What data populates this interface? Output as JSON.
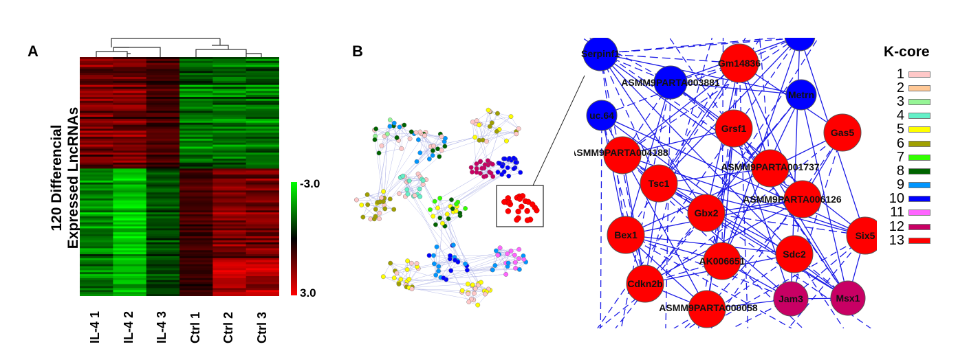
{
  "panel_a": {
    "letter": "A",
    "y_axis_label_line1": "120 Differencial",
    "y_axis_label_line2": "Expressed LncRNAs",
    "columns": [
      "IL-4 1",
      "IL-4 2",
      "IL-4 3",
      "Ctrl 1",
      "Ctrl 2",
      "Ctrl 3"
    ],
    "row_count": 120,
    "colorbar": {
      "top_label": "-3.0",
      "bottom_label": "3.0",
      "low_color": "#00ff00",
      "mid_color": "#000000",
      "high_color": "#ff0000"
    }
  },
  "panel_b": {
    "letter": "B",
    "nodes": [
      {
        "label": "",
        "core": 10
      },
      {
        "label": "Serpinf1",
        "core": 10
      },
      {
        "label": "Gm14836",
        "core": 13
      },
      {
        "label": "ASMM9PARTA003881",
        "core": 10
      },
      {
        "label": "Metrn",
        "core": 10
      },
      {
        "label": "uc.64",
        "core": 10
      },
      {
        "label": "Grsf1",
        "core": 13
      },
      {
        "label": "Gas5",
        "core": 13
      },
      {
        "label": "ASMM9PARTA004188",
        "core": 13
      },
      {
        "label": "ASMM9PARTA001737",
        "core": 13
      },
      {
        "label": "Tsc1",
        "core": 13
      },
      {
        "label": "ASMM9PARTA006126",
        "core": 13
      },
      {
        "label": "Gbx2",
        "core": 13
      },
      {
        "label": "Bex1",
        "core": 13
      },
      {
        "label": "Six5",
        "core": 13
      },
      {
        "label": "Sdc2",
        "core": 13
      },
      {
        "label": "AK006651",
        "core": 13
      },
      {
        "label": "Cdkn2b",
        "core": 13
      },
      {
        "label": "Jam3",
        "core": 12
      },
      {
        "label": "Msx1",
        "core": 12
      },
      {
        "label": "ASMM9PARTA000058",
        "core": 13
      }
    ],
    "edge_color": "#1a1ae6",
    "legend": {
      "title": "K-core",
      "items": [
        {
          "k": "1",
          "color": "#ffc8c8"
        },
        {
          "k": "2",
          "color": "#ffc896"
        },
        {
          "k": "3",
          "color": "#96f596"
        },
        {
          "k": "4",
          "color": "#64f0c8"
        },
        {
          "k": "5",
          "color": "#ffff00"
        },
        {
          "k": "6",
          "color": "#a0a000"
        },
        {
          "k": "7",
          "color": "#32ff00"
        },
        {
          "k": "8",
          "color": "#006400"
        },
        {
          "k": "9",
          "color": "#0096ff"
        },
        {
          "k": "10",
          "color": "#0000ff"
        },
        {
          "k": "11",
          "color": "#ff64ff"
        },
        {
          "k": "12",
          "color": "#c80064"
        },
        {
          "k": "13",
          "color": "#ff0000"
        }
      ]
    }
  }
}
